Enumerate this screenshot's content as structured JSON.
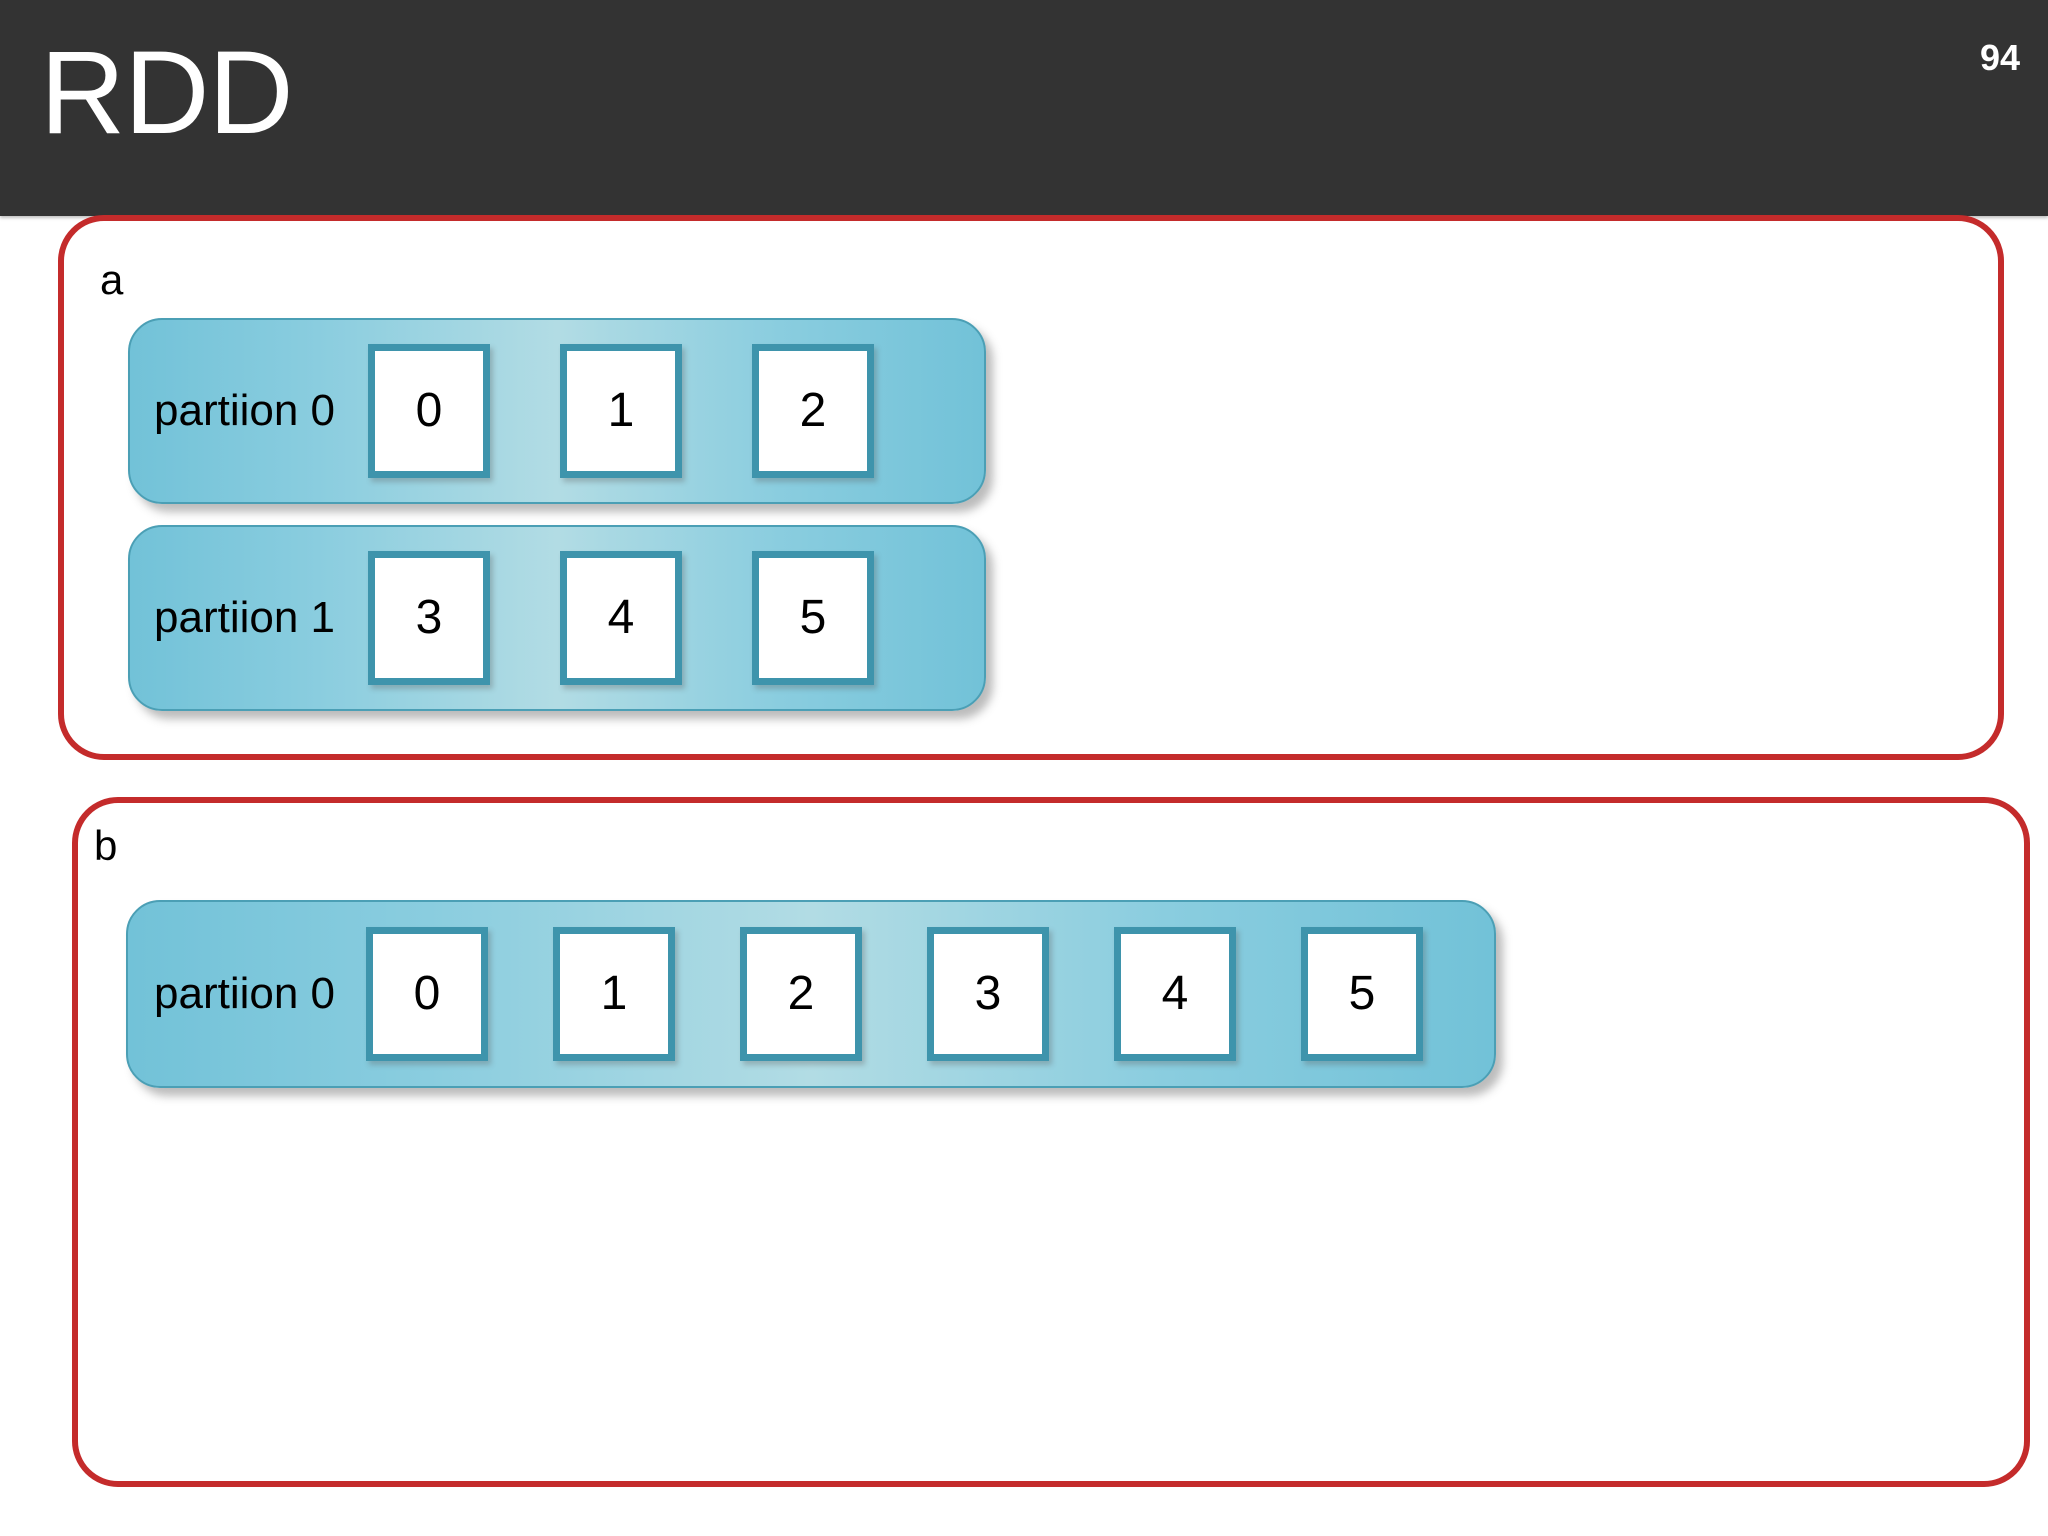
{
  "header": {
    "title": "RDD",
    "slide_number": "94",
    "background_color": "#333333",
    "text_color": "#ffffff"
  },
  "theme": {
    "frame_color": "#C42B2B",
    "bar_fill_light": "#B2DCE4",
    "bar_fill_dark": "#72C2D8",
    "bar_border": "#4B9FB5",
    "cell_border": "#3E94AC",
    "cell_fill": "#ffffff",
    "text_color": "#000000"
  },
  "groups": [
    {
      "label": "a",
      "partitions": [
        {
          "label": "partiion 0",
          "cells": [
            "0",
            "1",
            "2"
          ]
        },
        {
          "label": "partiion 1",
          "cells": [
            "3",
            "4",
            "5"
          ]
        }
      ]
    },
    {
      "label": "b",
      "partitions": [
        {
          "label": "partiion 0",
          "cells": [
            "0",
            "1",
            "2",
            "3",
            "4",
            "5"
          ]
        }
      ]
    }
  ]
}
